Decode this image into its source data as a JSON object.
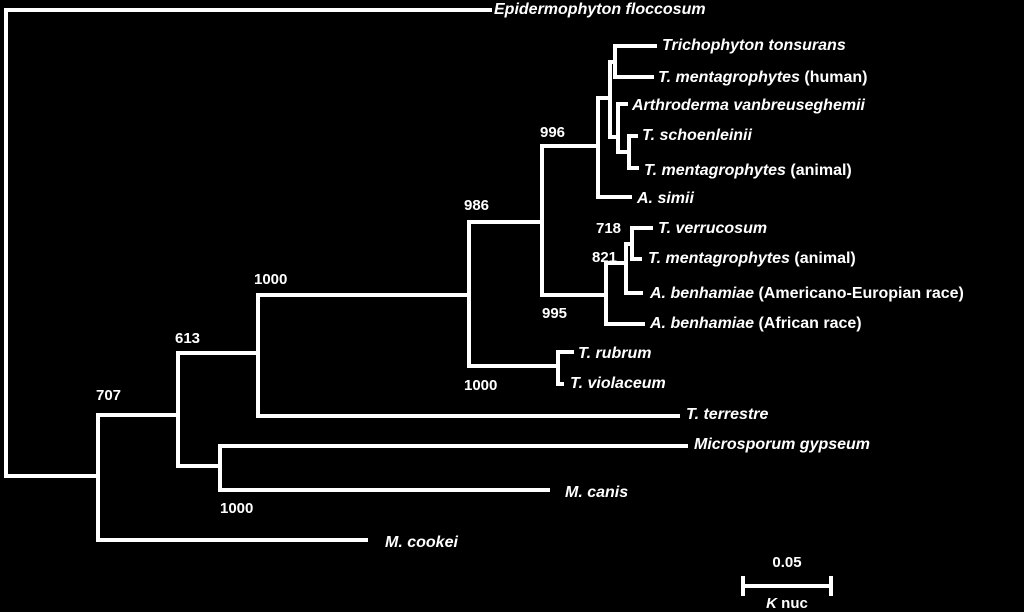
{
  "taxa": [
    {
      "id": "epi",
      "italic": "Epidermophyton floccosum",
      "plain": ""
    },
    {
      "id": "ton",
      "italic": "Trichophyton tonsurans",
      "plain": ""
    },
    {
      "id": "menth",
      "italic": "T. mentagrophytes",
      "plain": " (human)"
    },
    {
      "id": "arth",
      "italic": "Arthroderma vanbreuseghemii",
      "plain": ""
    },
    {
      "id": "sch",
      "italic": "T. schoenleinii",
      "plain": ""
    },
    {
      "id": "menta1",
      "italic": "T. mentagrophytes",
      "plain": " (animal)"
    },
    {
      "id": "sim",
      "italic": "A. simii",
      "plain": ""
    },
    {
      "id": "ver",
      "italic": "T. verrucosum",
      "plain": ""
    },
    {
      "id": "menta2",
      "italic": "T. mentagrophytes",
      "plain": " (animal)"
    },
    {
      "id": "benae",
      "italic": "A. benhamiae",
      "plain": " (Americano-Europian race)"
    },
    {
      "id": "benaf",
      "italic": "A. benhamiae",
      "plain": " (African race)"
    },
    {
      "id": "rub",
      "italic": "T. rubrum",
      "plain": ""
    },
    {
      "id": "vio",
      "italic": "T. violaceum",
      "plain": ""
    },
    {
      "id": "ter",
      "italic": "T. terrestre",
      "plain": ""
    },
    {
      "id": "gyp",
      "italic": "Microsporum gypseum",
      "plain": ""
    },
    {
      "id": "can",
      "italic": "M. canis",
      "plain": ""
    },
    {
      "id": "coo",
      "italic": "M. cookei",
      "plain": ""
    }
  ],
  "bootstrap": [
    {
      "id": "n996",
      "value": "996"
    },
    {
      "id": "n986",
      "value": "986"
    },
    {
      "id": "n1000a",
      "value": "1000"
    },
    {
      "id": "n613",
      "value": "613"
    },
    {
      "id": "n707",
      "value": "707"
    },
    {
      "id": "n718",
      "value": "718"
    },
    {
      "id": "n821",
      "value": "821"
    },
    {
      "id": "n995",
      "value": "995"
    },
    {
      "id": "n1000b",
      "value": "1000"
    },
    {
      "id": "n1000c",
      "value": "1000"
    }
  ],
  "scale_bar": {
    "value": "0.05",
    "unit_italic": "K",
    "unit_rest": " nuc"
  },
  "colors": {
    "background": "#000000",
    "foreground": "#ffffff"
  }
}
